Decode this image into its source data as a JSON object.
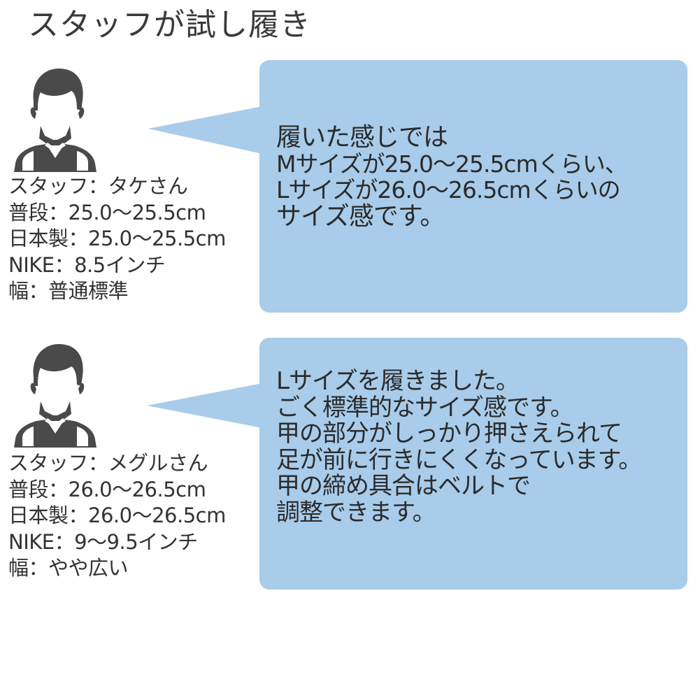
{
  "title": "スタッフが試し履き",
  "colors": {
    "bubble": "#A8CCEA",
    "text": "#333333",
    "avatar": "#4a4a4a"
  },
  "staff": [
    {
      "avatar_icon": "staff-avatar-icon",
      "profile": [
        "スタッフ：タケさん",
        "普段：25.0〜25.5cm",
        "日本製：25.0〜25.5cm",
        "NIKE：8.5インチ",
        "幅：普通標準"
      ],
      "comment": [
        "履いた感じでは",
        "Mサイズが25.0〜25.5cmくらい、",
        "Lサイズが26.0〜26.5cmくらいの",
        "サイズ感です。"
      ]
    },
    {
      "avatar_icon": "staff-avatar-icon",
      "profile": [
        "スタッフ：メグルさん",
        "普段：26.0〜26.5cm",
        "日本製：26.0〜26.5cm",
        "NIKE：9〜9.5インチ",
        "幅：やや広い"
      ],
      "comment": [
        "Lサイズを履きました。",
        "ごく標準的なサイズ感です。",
        "甲の部分がしっかり押さえられて",
        "足が前に行きにくくなっています。",
        "甲の締め具合はベルトで",
        "調整できます。"
      ]
    }
  ]
}
